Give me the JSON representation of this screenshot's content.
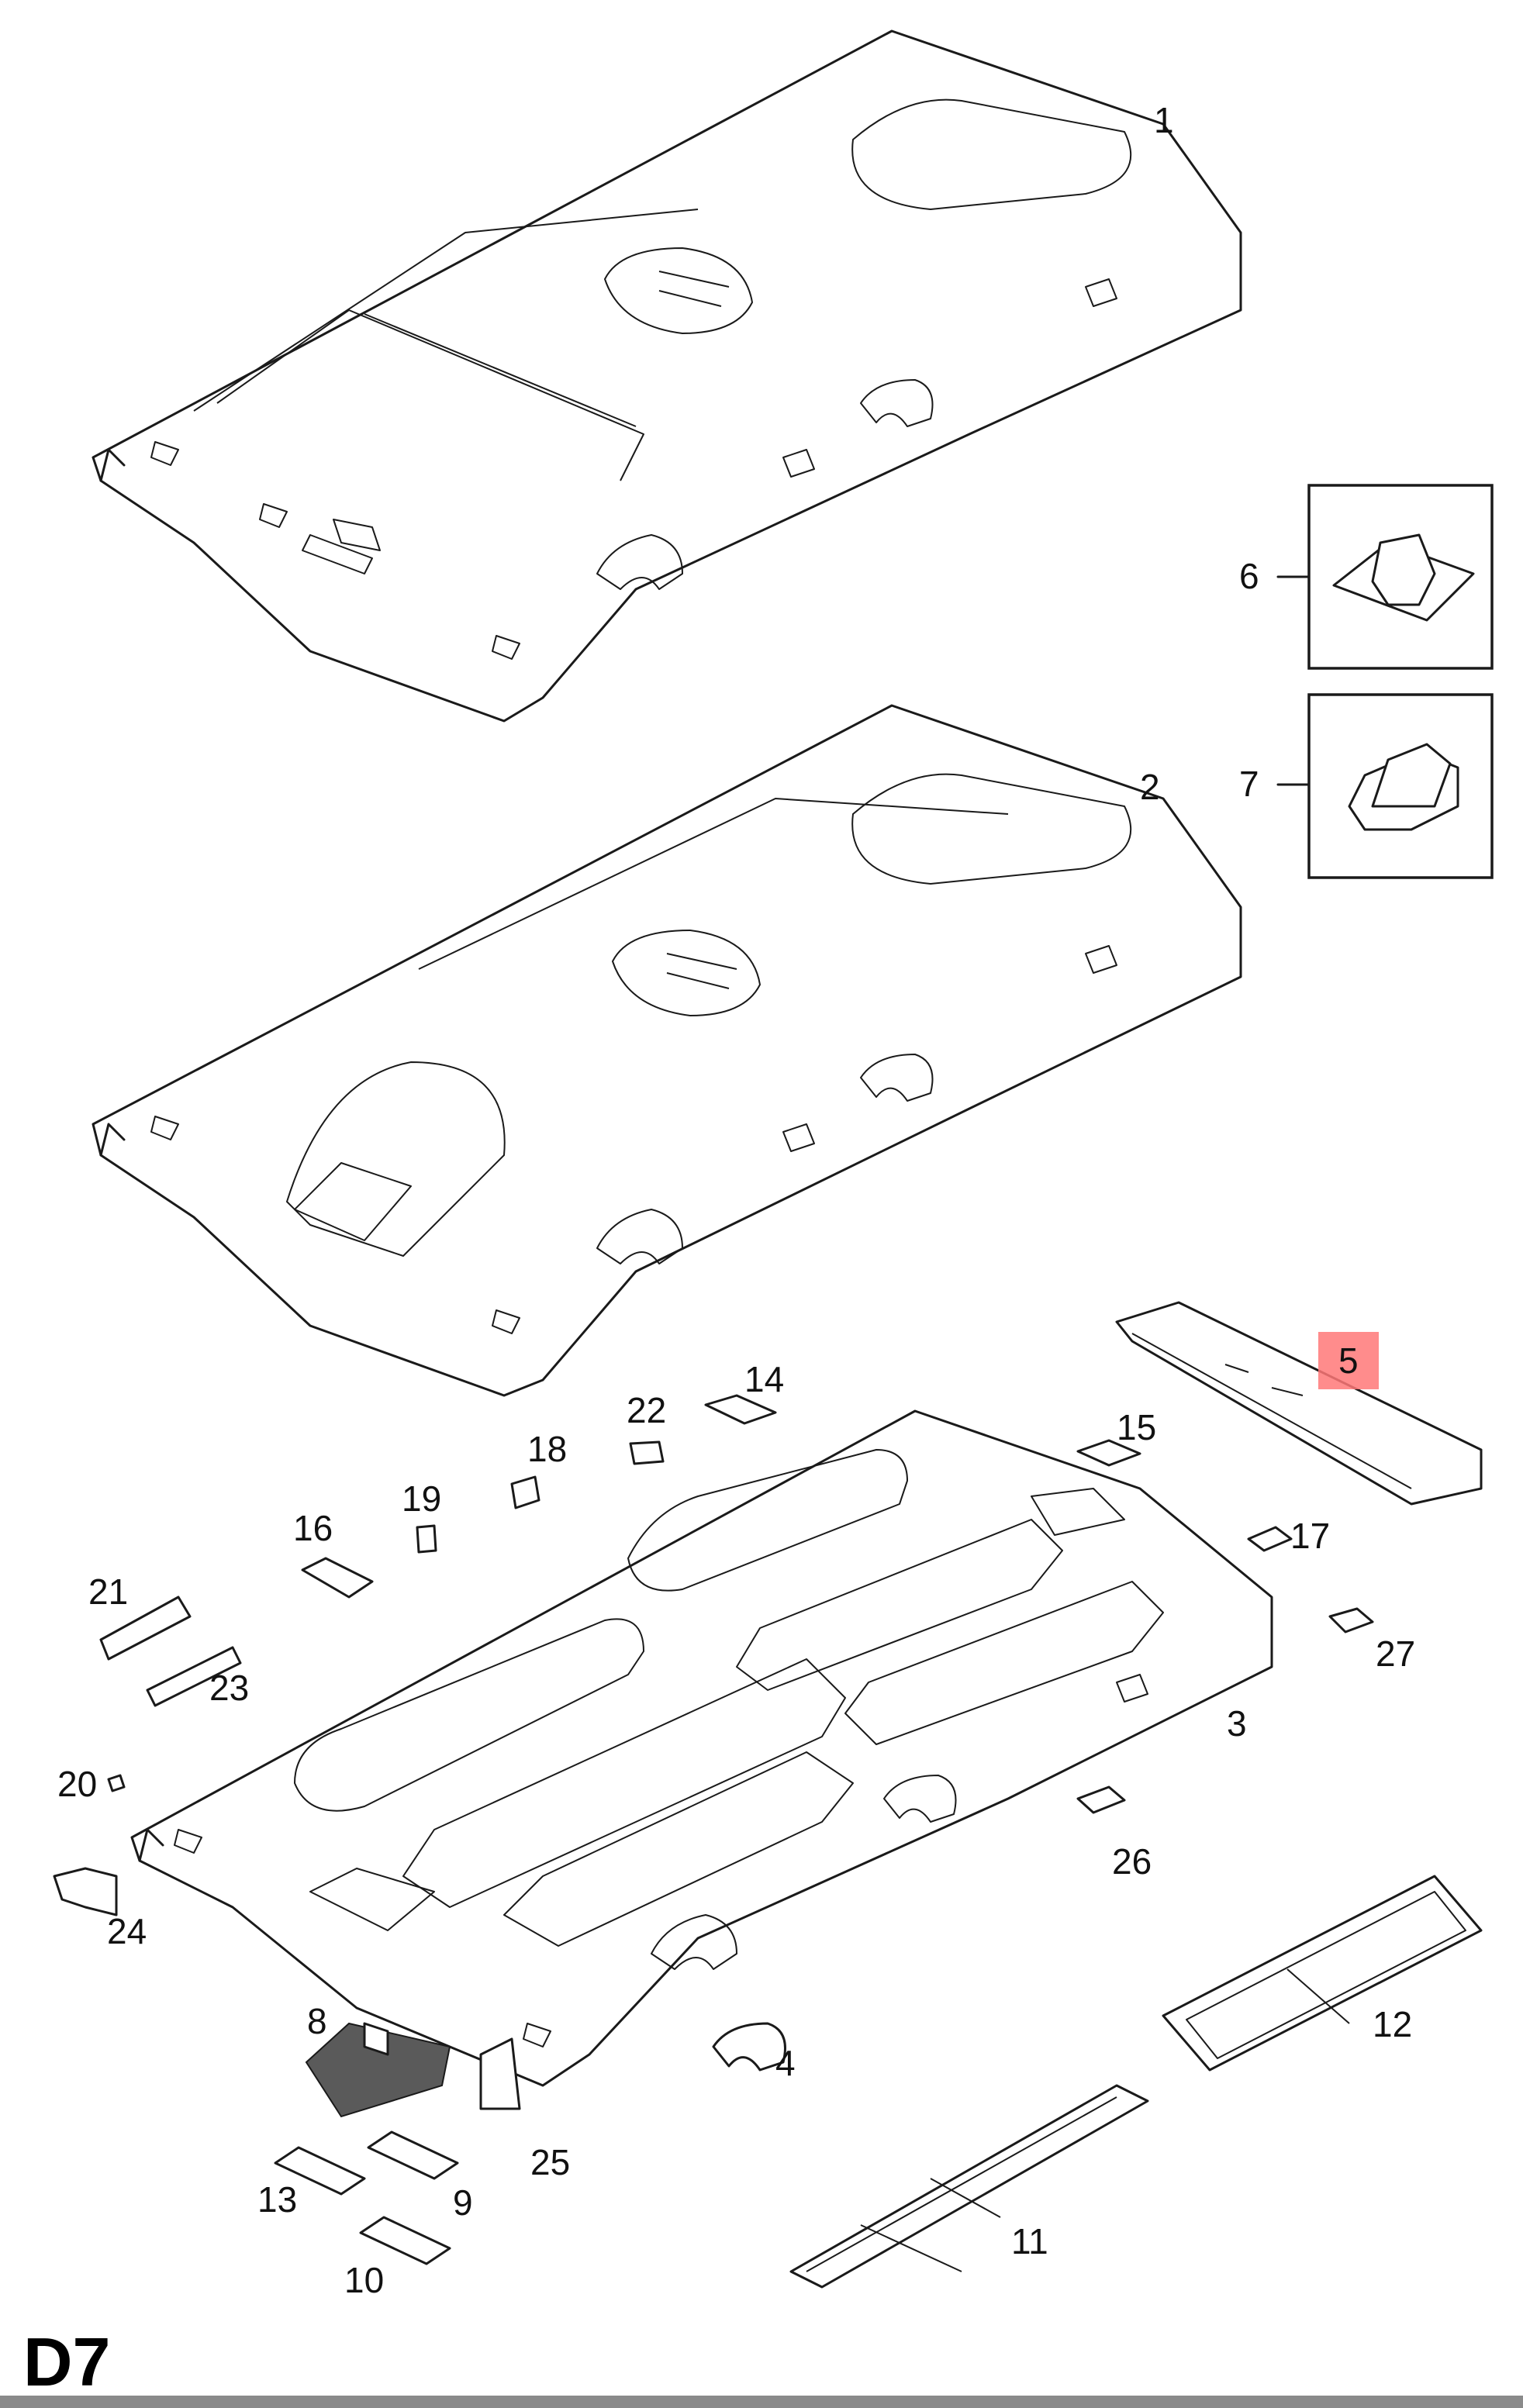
{
  "page_label": "D7",
  "callouts": [
    {
      "id": "1",
      "text": "1",
      "highlighted": false
    },
    {
      "id": "2",
      "text": "2",
      "highlighted": false
    },
    {
      "id": "3",
      "text": "3",
      "highlighted": false
    },
    {
      "id": "4",
      "text": "4",
      "highlighted": false
    },
    {
      "id": "5",
      "text": "5",
      "highlighted": true
    },
    {
      "id": "6",
      "text": "6",
      "highlighted": false
    },
    {
      "id": "7",
      "text": "7",
      "highlighted": false
    },
    {
      "id": "8",
      "text": "8",
      "highlighted": false
    },
    {
      "id": "9",
      "text": "9",
      "highlighted": false
    },
    {
      "id": "10",
      "text": "10",
      "highlighted": false
    },
    {
      "id": "11",
      "text": "11",
      "highlighted": false
    },
    {
      "id": "12",
      "text": "12",
      "highlighted": false
    },
    {
      "id": "13",
      "text": "13",
      "highlighted": false
    },
    {
      "id": "14",
      "text": "14",
      "highlighted": false
    },
    {
      "id": "15",
      "text": "15",
      "highlighted": false
    },
    {
      "id": "16",
      "text": "16",
      "highlighted": false
    },
    {
      "id": "17",
      "text": "17",
      "highlighted": false
    },
    {
      "id": "18",
      "text": "18",
      "highlighted": false
    },
    {
      "id": "19",
      "text": "19",
      "highlighted": false
    },
    {
      "id": "20",
      "text": "20",
      "highlighted": false
    },
    {
      "id": "21",
      "text": "21",
      "highlighted": false
    },
    {
      "id": "22",
      "text": "22",
      "highlighted": false
    },
    {
      "id": "23",
      "text": "23",
      "highlighted": false
    },
    {
      "id": "24",
      "text": "24",
      "highlighted": false
    },
    {
      "id": "25",
      "text": "25",
      "highlighted": false
    },
    {
      "id": "26",
      "text": "26",
      "highlighted": false
    },
    {
      "id": "27",
      "text": "27",
      "highlighted": false
    }
  ],
  "colors": {
    "line": "#1a1a1a",
    "highlight": "#ff7878",
    "bottom_bar": "#8a8a8a"
  }
}
